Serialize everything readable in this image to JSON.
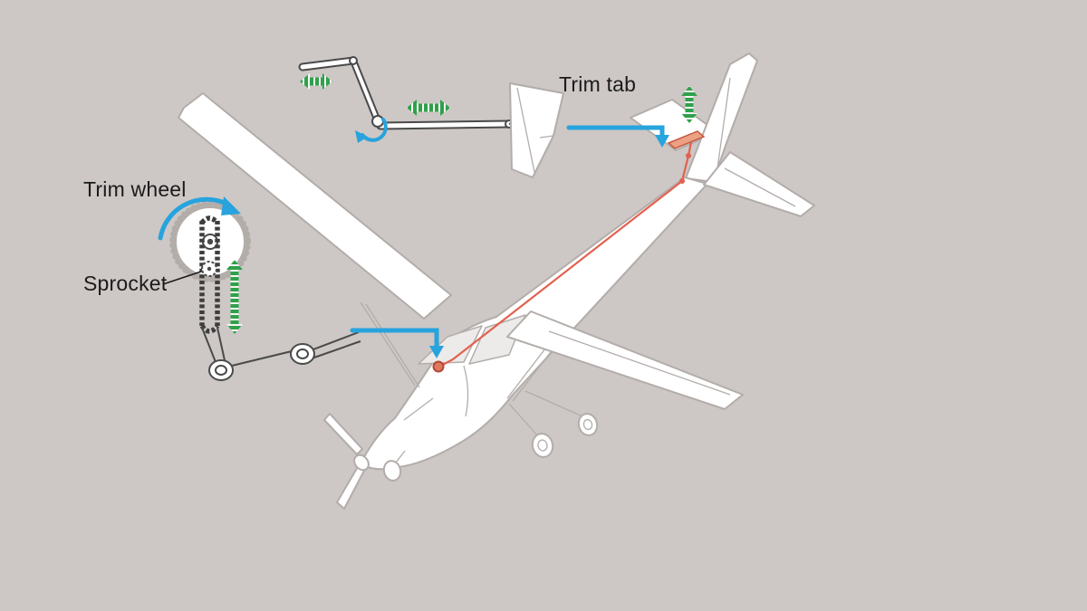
{
  "labels": {
    "trim_wheel": "Trim wheel",
    "sprocket": "Sprocket",
    "trim_tab": "Trim tab"
  },
  "colors": {
    "bg": "#cdc7c5",
    "line": "#b3adaa",
    "text": "#1b1b1b",
    "dark": "#4a4a4a",
    "blue": "#27a3dd",
    "green": "#2fa14b",
    "red": "#e2614e",
    "tab-fill": "#eda184",
    "tab-stroke": "#c65a41"
  }
}
